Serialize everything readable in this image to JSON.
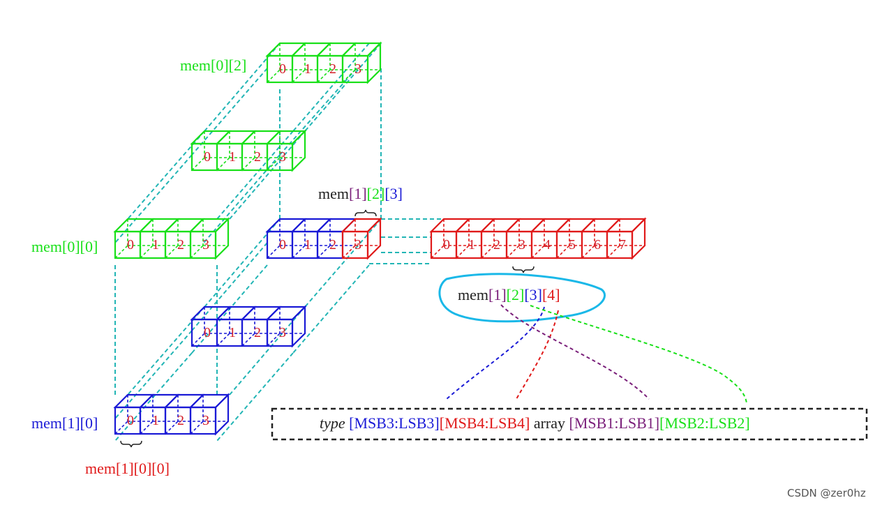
{
  "colors": {
    "green": "#19e019",
    "blue": "#1a1ad6",
    "red": "#e01a1a",
    "purple": "#7a1f7a",
    "cyan_dash": "#22b5b5",
    "black": "#222222",
    "highlight": "#1ab8e8"
  },
  "cell_digits_short": [
    "0",
    "1",
    "2",
    "3"
  ],
  "cell_digits_long": [
    "0",
    "1",
    "2",
    "3",
    "4",
    "5",
    "6",
    "7"
  ],
  "labels": {
    "mem_0_2": "mem[0][2]",
    "mem_0_0": "mem[0][0]",
    "mem_1_0": "mem[1][0]",
    "mem_1_0_0": "mem[1][0][0]",
    "mem_1_2_3": {
      "base": "mem",
      "i1": "[1]",
      "i2": "[2]",
      "i3": "[3]"
    },
    "mem_1_2_3_4": {
      "base": "mem",
      "i1": "[1]",
      "i2": "[2]",
      "i3": "[3]",
      "i4": "[4]"
    }
  },
  "declaration": {
    "type_word": "type",
    "part1": "[MSB3:LSB3]",
    "part2": "[MSB4:LSB4]",
    "array_word": "array",
    "part3": "[MSB1:LSB1]",
    "part4": "[MSB2:LSB2]"
  },
  "watermark": "CSDN @zer0hz"
}
